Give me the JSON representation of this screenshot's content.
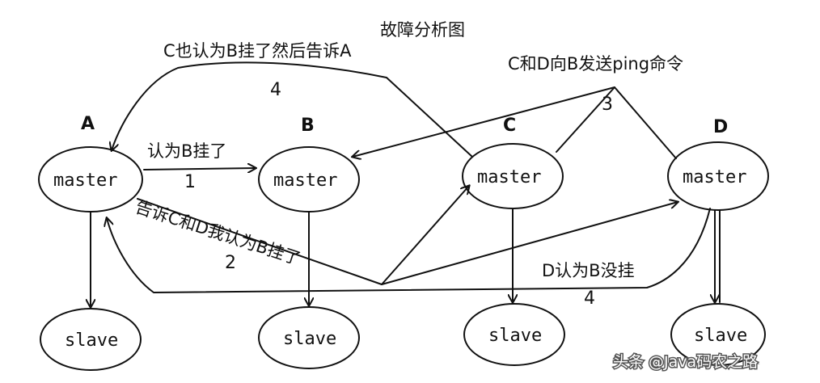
{
  "diagram": {
    "title": "故障分析图",
    "nodes": {
      "A": {
        "letter": "A",
        "master": "master",
        "slave": "slave"
      },
      "B": {
        "letter": "B",
        "master": "master",
        "slave": "slave"
      },
      "C": {
        "letter": "C",
        "master": "master",
        "slave": "slave"
      },
      "D": {
        "letter": "D",
        "master": "master",
        "slave": "slave"
      }
    },
    "edges": {
      "e1_label": "认为B挂了",
      "e1_num": "1",
      "e2_label": "告诉C和D我认为B挂了",
      "e2_num": "2",
      "e3_label": "C和D向B发送ping命令",
      "e3_num": "3",
      "e4a_label": "C也认为B挂了然后告诉A",
      "e4a_num": "4",
      "e4b_label": "D认为B没挂",
      "e4b_num": "4"
    }
  },
  "watermark": "头条 @Java码农之路"
}
